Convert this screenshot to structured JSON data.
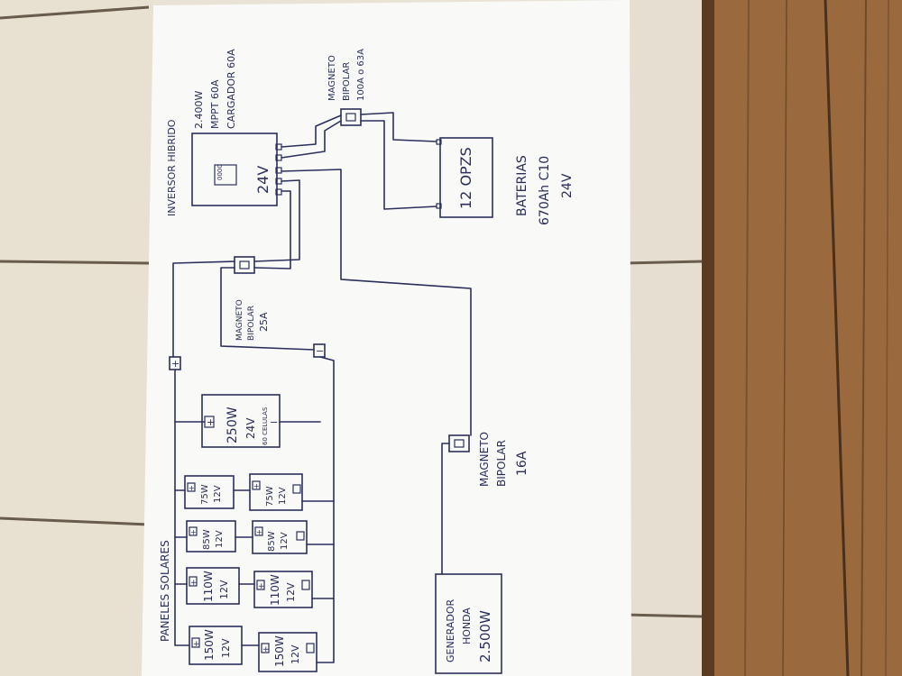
{
  "diagram": {
    "inverter": {
      "title": "INVERSOR HIBRIDO",
      "voltage": "24V",
      "specs": [
        "2.400W",
        "MPPT 60A",
        "CARGADOR 60A"
      ]
    },
    "battery_breaker": {
      "lines": [
        "MAGNETO",
        "BIPOLAR",
        "100A o 63A"
      ]
    },
    "battery": {
      "label": "12 OPZS",
      "caption": [
        "BATERIAS",
        "670Ah C10",
        "24V"
      ]
    },
    "solar_breaker": {
      "lines": [
        "MAGNETO",
        "BIPOLAR",
        "25A"
      ]
    },
    "generator_breaker": {
      "lines": [
        "MAGNETO",
        "BIPOLAR",
        "16A"
      ]
    },
    "generator": {
      "lines": [
        "GENERADOR",
        "HONDA",
        "2.500W"
      ]
    },
    "panels_title": "PANELES SOLARES",
    "big_panel": {
      "lines": [
        "250W",
        "24V",
        "60 CELULAS"
      ]
    },
    "panels_row_top": [
      {
        "lines": [
          "150W",
          "12V"
        ]
      },
      {
        "lines": [
          "110W",
          "12V"
        ]
      },
      {
        "lines": [
          "85W",
          "12V"
        ]
      },
      {
        "lines": [
          "75W",
          "12V"
        ]
      }
    ],
    "panels_row_bottom": [
      {
        "lines": [
          "150W",
          "12V"
        ]
      },
      {
        "lines": [
          "110W",
          "12V"
        ]
      },
      {
        "lines": [
          "85W",
          "12V"
        ]
      },
      {
        "lines": [
          "75W",
          "12V"
        ]
      }
    ],
    "plus": "+",
    "minus": "−"
  }
}
